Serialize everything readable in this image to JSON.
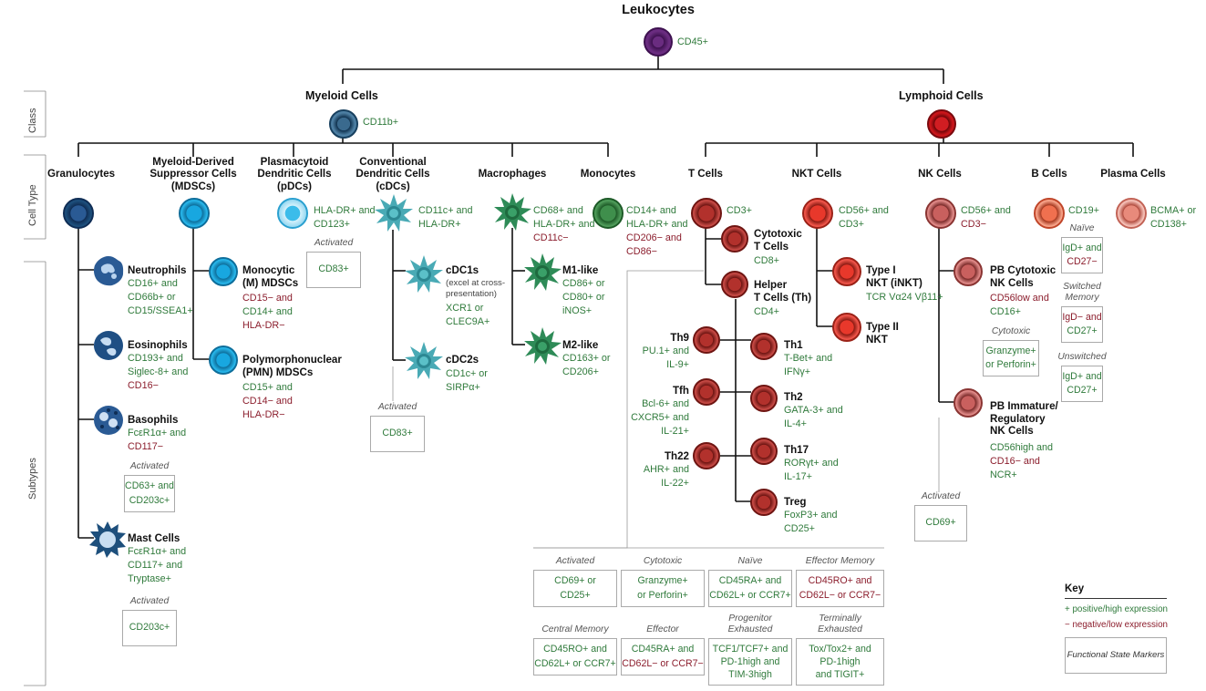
{
  "title": "Leukocytes",
  "root_marker": "CD45+",
  "side_labels": {
    "class": "Class",
    "cell_type": "Cell Type",
    "subtypes": "Subtypes"
  },
  "classes": {
    "myeloid": {
      "label": "Myeloid Cells",
      "marker": "CD11b+"
    },
    "lymphoid": {
      "label": "Lymphoid Cells"
    }
  },
  "cell_types": {
    "granulocytes": "Granulocytes",
    "mdsc": [
      "Myeloid-Derived",
      "Suppressor Cells",
      "(MDSCs)"
    ],
    "pdc": [
      "Plasmacytoid",
      "Dendritic Cells",
      "(pDCs)"
    ],
    "cdc": [
      "Conventional",
      "Dendritic Cells",
      "(cDCs)"
    ],
    "macrophages": "Macrophages",
    "monocytes": "Monocytes",
    "tcells": "T Cells",
    "nkt": "NKT Cells",
    "nk": "NK Cells",
    "bcells": "B Cells",
    "plasma": "Plasma Cells"
  },
  "markers": {
    "pdc": [
      "HLA-DR+ and",
      "CD123+"
    ],
    "cdc": [
      "CD11c+ and",
      "HLA-DR+"
    ],
    "macro": [
      "CD68+ and",
      "HLA-DR+ and",
      "CD11c−"
    ],
    "mono": [
      "CD14+ and",
      "HLA-DR+ and",
      "CD206− and",
      "CD86−"
    ],
    "tcells": "CD3+",
    "nkt": [
      "CD56+ and",
      "CD3+"
    ],
    "nk": [
      "CD56+ and",
      "CD3−"
    ],
    "bcells": "CD19+",
    "plasma": [
      "BCMA+ or",
      "CD138+"
    ]
  },
  "granulocyte_subtypes": {
    "neutrophils": {
      "name": "Neutrophils",
      "markers": [
        "CD16+ and",
        "CD66b+ or",
        "CD15/SSEA1+"
      ]
    },
    "eosinophils": {
      "name": "Eosinophils",
      "markers": [
        "CD193+ and",
        "Siglec-8+ and",
        "CD16−"
      ]
    },
    "basophils": {
      "name": "Basophils",
      "markers": [
        "FcεR1α+ and",
        "CD117−"
      ],
      "activated_label": "Activated",
      "activated": [
        "CD63+ and",
        "CD203c+"
      ]
    },
    "mast": {
      "name": "Mast Cells",
      "markers": [
        "FcεR1α+ and",
        "CD117+ and",
        "Tryptase+"
      ],
      "activated_label": "Activated",
      "activated": "CD203c+"
    }
  },
  "mdsc_subtypes": {
    "m": {
      "name": [
        "Monocytic",
        "(M) MDSCs"
      ],
      "markers": [
        "CD15− and",
        "CD14+ and",
        "HLA-DR−"
      ]
    },
    "pmn": {
      "name": [
        "Polymorphonuclear",
        "(PMN) MDSCs"
      ],
      "markers": [
        "CD15+ and",
        "CD14− and",
        "HLA-DR−"
      ]
    }
  },
  "pdc_activated": {
    "label": "Activated",
    "marker": "CD83+"
  },
  "cdc_subtypes": {
    "cdc1": {
      "name": "cDC1s",
      "note": [
        "(excel at cross-",
        "presentation)"
      ],
      "markers": [
        "XCR1 or",
        "CLEC9A+"
      ]
    },
    "cdc2": {
      "name": "cDC2s",
      "markers": [
        "CD1c+ or",
        "SIRPα+"
      ]
    },
    "activated_label": "Activated",
    "activated": "CD83+"
  },
  "macro_subtypes": {
    "m1": {
      "name": "M1-like",
      "markers": [
        "CD86+ or",
        "CD80+ or",
        "iNOS+"
      ]
    },
    "m2": {
      "name": "M2-like",
      "markers": [
        "CD163+ or",
        "CD206+"
      ]
    }
  },
  "t_subtypes": {
    "cytotoxic": {
      "name": [
        "Cytotoxic",
        "T Cells"
      ],
      "marker": "CD8+"
    },
    "helper": {
      "name": [
        "Helper",
        "T Cells (Th)"
      ],
      "marker": "CD4+"
    },
    "th9": {
      "name": "Th9",
      "markers": [
        "PU.1+ and",
        "IL-9+"
      ]
    },
    "tfh": {
      "name": "Tfh",
      "markers": [
        "Bcl-6+ and",
        "CXCR5+ and",
        "IL-21+"
      ]
    },
    "th22": {
      "name": "Th22",
      "markers": [
        "AHR+ and",
        "IL-22+"
      ]
    },
    "th1": {
      "name": "Th1",
      "markers": [
        "T-Bet+ and",
        "IFNγ+"
      ]
    },
    "th2": {
      "name": "Th2",
      "markers": [
        "GATA-3+ and",
        "IL-4+"
      ]
    },
    "th17": {
      "name": "Th17",
      "markers": [
        "RORγt+ and",
        "IL-17+"
      ]
    },
    "treg": {
      "name": "Treg",
      "markers": [
        "FoxP3+ and",
        "CD25+"
      ]
    }
  },
  "nkt_subtypes": {
    "type1": {
      "name": [
        "Type I",
        "NKT (iNKT)"
      ],
      "marker": "TCR Vα24 Vβ11+"
    },
    "type2": {
      "name": [
        "Type II",
        "NKT"
      ]
    }
  },
  "nk_subtypes": {
    "pbcyto": {
      "name": [
        "PB Cytotoxic",
        "NK Cells"
      ],
      "markers": [
        "CD56low and",
        "CD16+"
      ],
      "cyto_label": "Cytotoxic",
      "cyto": [
        "Granzyme+",
        "or Perforin+"
      ]
    },
    "pbimm": {
      "name": [
        "PB Immature/",
        "Regulatory",
        "NK Cells"
      ],
      "markers": [
        "CD56high and",
        "CD16− and",
        "NCR+"
      ]
    },
    "activated_label": "Activated",
    "activated": "CD69+"
  },
  "b_subtypes": [
    {
      "label": "Naïve",
      "markers": [
        "IgD+ and",
        "CD27−"
      ]
    },
    {
      "label": "Switched Memory",
      "markers": [
        "IgD− and",
        "CD27+"
      ]
    },
    {
      "label": "Unswitched",
      "markers": [
        "IgD+ and",
        "CD27+"
      ]
    }
  ],
  "functional": [
    {
      "label": "Activated",
      "markers": [
        "CD69+ or",
        "CD25+"
      ]
    },
    {
      "label": "Cytotoxic",
      "markers": [
        "Granzyme+",
        "or Perforin+"
      ]
    },
    {
      "label": "Naïve",
      "markers": [
        "CD45RA+ and",
        "CD62L+ or CCR7+"
      ]
    },
    {
      "label": "Effector Memory",
      "markers": [
        "CD45RO+ and",
        "CD62L− or CCR7−"
      ]
    },
    {
      "label": "Central Memory",
      "markers": [
        "CD45RO+ and",
        "CD62L+ or CCR7+"
      ]
    },
    {
      "label": "Effector",
      "markers": [
        "CD45RA+ and",
        "CD62L− or CCR7−"
      ]
    },
    {
      "label": "Progenitor Exhausted",
      "markers": [
        "TCF1/TCF7+ and",
        "PD-1high and",
        "TIM-3high"
      ]
    },
    {
      "label": "Terminally Exhausted",
      "markers": [
        "Tox/Tox2+ and",
        "PD-1high",
        "and TIGIT+"
      ]
    }
  ],
  "key": {
    "title": "Key",
    "pos": "+ positive/high expression",
    "neg": "− negative/low expression",
    "fsm": "Functional State Markers"
  },
  "colors": {
    "green": "#2f7a3b",
    "red": "#8b1d2c",
    "navy": "#1d4f7c",
    "cyan": "#1aa3d9",
    "teal": "#3ba8b3",
    "macro": "#2e8b57",
    "t": "#b2312c",
    "nkt": "#e8382b",
    "nk": "#c9605e",
    "b": "#f0704f",
    "plasma": "#e88a7b",
    "root": "#5a1a6e",
    "lymph": "#c0161a"
  }
}
